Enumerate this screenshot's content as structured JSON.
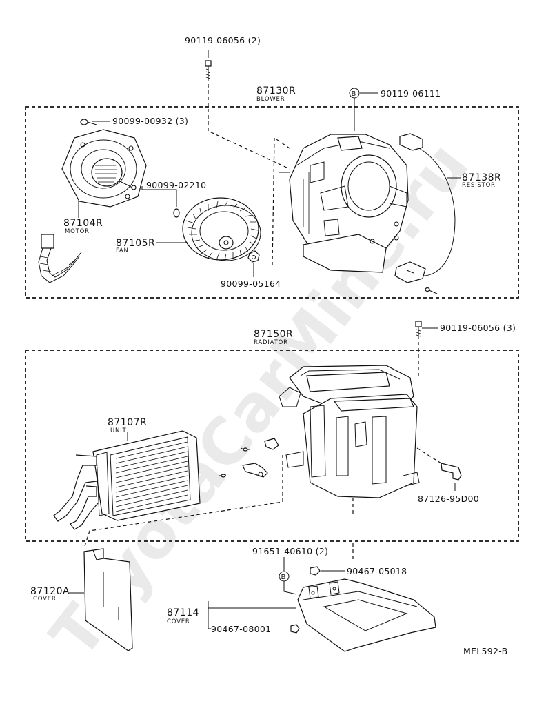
{
  "watermark": "ToyotaCarMine.ru",
  "figure_code": "MEL592-B",
  "parts": {
    "screw_top": "90119-06056 (2)",
    "blower": "87130R",
    "blower_label": "BLOWER",
    "screw_b_top": "90119-06111",
    "marker_b": "B",
    "screw_motor": "90099-00932 (3)",
    "clip_fan": "90099-02210",
    "resistor": "87138R",
    "resistor_label": "RESISTOR",
    "motor": "87104R",
    "motor_label": "MOTOR",
    "fan": "87105R",
    "fan_label": "FAN",
    "nut_fan": "90099-05164",
    "screw_radiator": "90119-06056 (3)",
    "radiator": "87150R",
    "radiator_label": "RADIATOR",
    "unit": "87107R",
    "unit_label": "UNIT",
    "bracket": "87126-95D00",
    "screw_b_bottom": "91651-40610 (2)",
    "clip_cover": "90467-05018",
    "cover_left": "87120A",
    "cover_left_label": "COVER",
    "cover_bottom": "87114",
    "cover_bottom_label": "COVER",
    "clip_cover_bottom": "90467-08001"
  }
}
